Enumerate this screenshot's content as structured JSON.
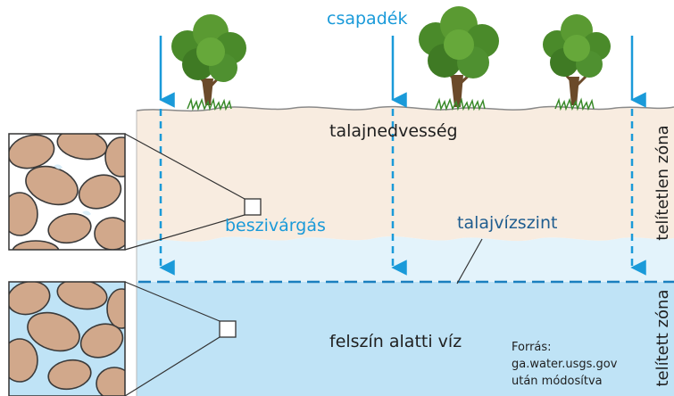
{
  "labels": {
    "precipitation": "csapadék",
    "soil_moisture": "talajnedvesség",
    "infiltration": "beszivárgás",
    "water_table": "talajvízszint",
    "groundwater": "felszín alatti víz",
    "unsaturated_zone": "telítetlen zóna",
    "saturated_zone": "telített zóna"
  },
  "source": {
    "line1": "Forrás:",
    "line2": "ga.water.usgs.gov",
    "line3": "után módosítva"
  },
  "colors": {
    "soil": "#f8ece0",
    "water": "#bfe3f6",
    "fringe": "#e3f3fb",
    "arrow": "#1a9ad9",
    "grain": "#d1a88b",
    "tree_foliage": "#4a8a2a",
    "trunk": "#6b4a2a"
  }
}
